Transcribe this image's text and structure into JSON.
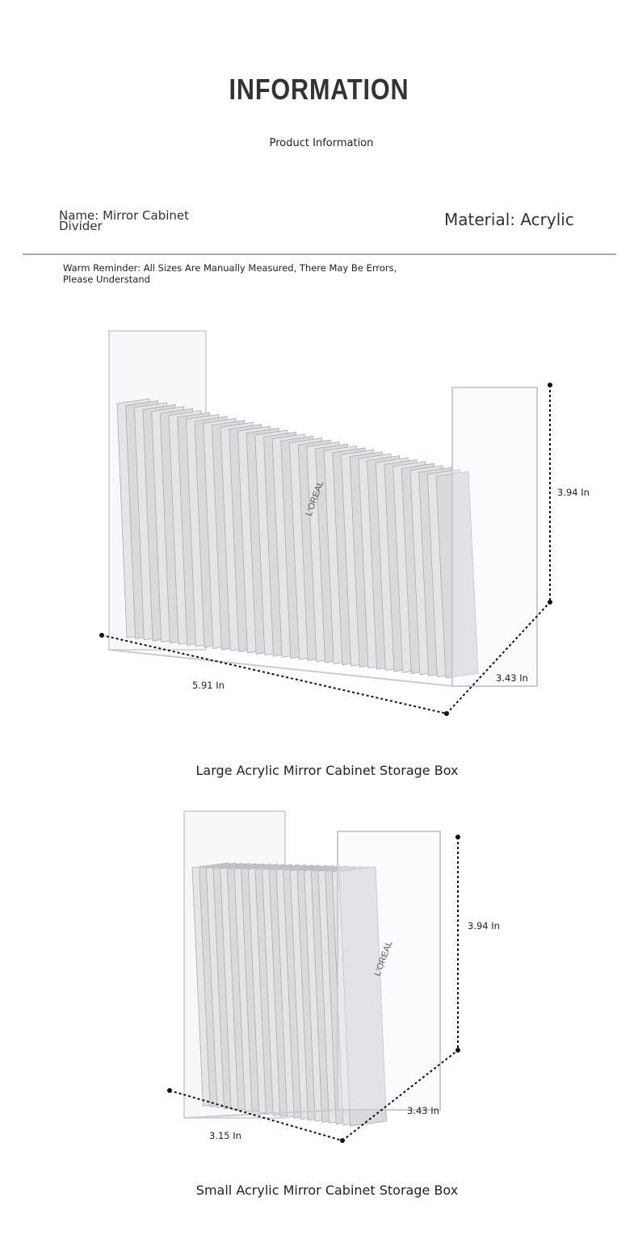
{
  "header": {
    "title": "INFORMATION",
    "subtitle": "Product Information"
  },
  "specs": {
    "name": "Name: Mirror Cabinet Divider",
    "material": "Material: Acrylic"
  },
  "reminder": "Warm Reminder: All Sizes Are Manually Measured, There May Be Errors, Please Understand",
  "products": [
    {
      "caption": "Large Acrylic Mirror Cabinet Storage Box",
      "height": "3.94 In",
      "width": "5.91 In",
      "depth": "3.43 In",
      "packet_brand": "L'OREAL"
    },
    {
      "caption": "Small Acrylic Mirror Cabinet Storage Box",
      "height": "3.94 In",
      "width": "3.15 In",
      "depth": "3.43 In",
      "packet_brand": "L'OREAL"
    }
  ],
  "colors": {
    "packet": "#d9dadc",
    "acrylic_edge": "#c8ccd0",
    "dimension_line": "#111111"
  }
}
